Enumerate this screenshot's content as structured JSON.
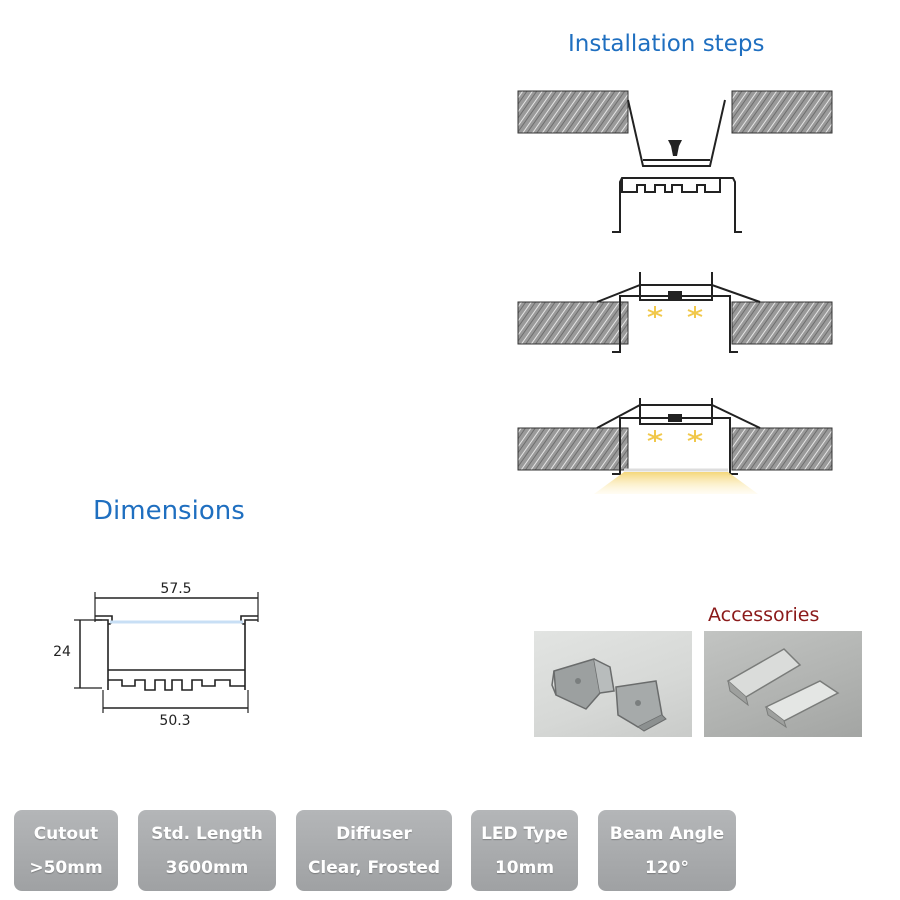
{
  "installation": {
    "title": "Installation steps"
  },
  "dimensions": {
    "title": "Dimensions",
    "width_top": "57.5",
    "height": "24",
    "width_bottom": "50.3"
  },
  "accessories": {
    "title": "Accessories"
  },
  "specs": [
    {
      "label": "Cutout",
      "value": ">50mm"
    },
    {
      "label": "Std. Length",
      "value": "3600mm"
    },
    {
      "label": "Diffuser",
      "value": "Clear, Frosted"
    },
    {
      "label": "LED Type",
      "value": "10mm"
    },
    {
      "label": "Beam Angle",
      "value": "120°"
    }
  ],
  "colors": {
    "heading": "#1f6fc0",
    "accessories_heading": "#8b1a1a",
    "spec_badge": "#a8aaac",
    "light_glow": "#f4d77a"
  }
}
